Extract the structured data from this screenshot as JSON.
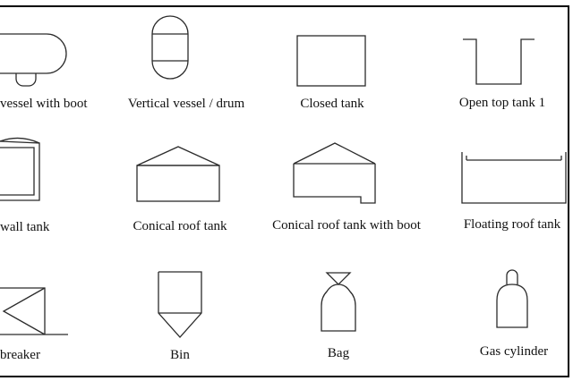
{
  "symbols": {
    "row1": {
      "vessel_with_boot": "vessel with boot",
      "vertical_vessel": "Vertical vessel / drum",
      "closed_tank": "Closed tank",
      "open_top_tank": "Open top tank 1"
    },
    "row2": {
      "wall_tank": "wall tank",
      "conical_roof_tank": "Conical roof tank",
      "conical_roof_tank_boot": "Conical roof tank with boot",
      "floating_roof_tank": "Floating roof tank"
    },
    "row3": {
      "breaker": "breaker",
      "bin": "Bin",
      "bag": "Bag",
      "gas_cylinder": "Gas cylinder"
    }
  },
  "colors": {
    "stroke": "#2b2b2b",
    "frame": "#000000"
  }
}
